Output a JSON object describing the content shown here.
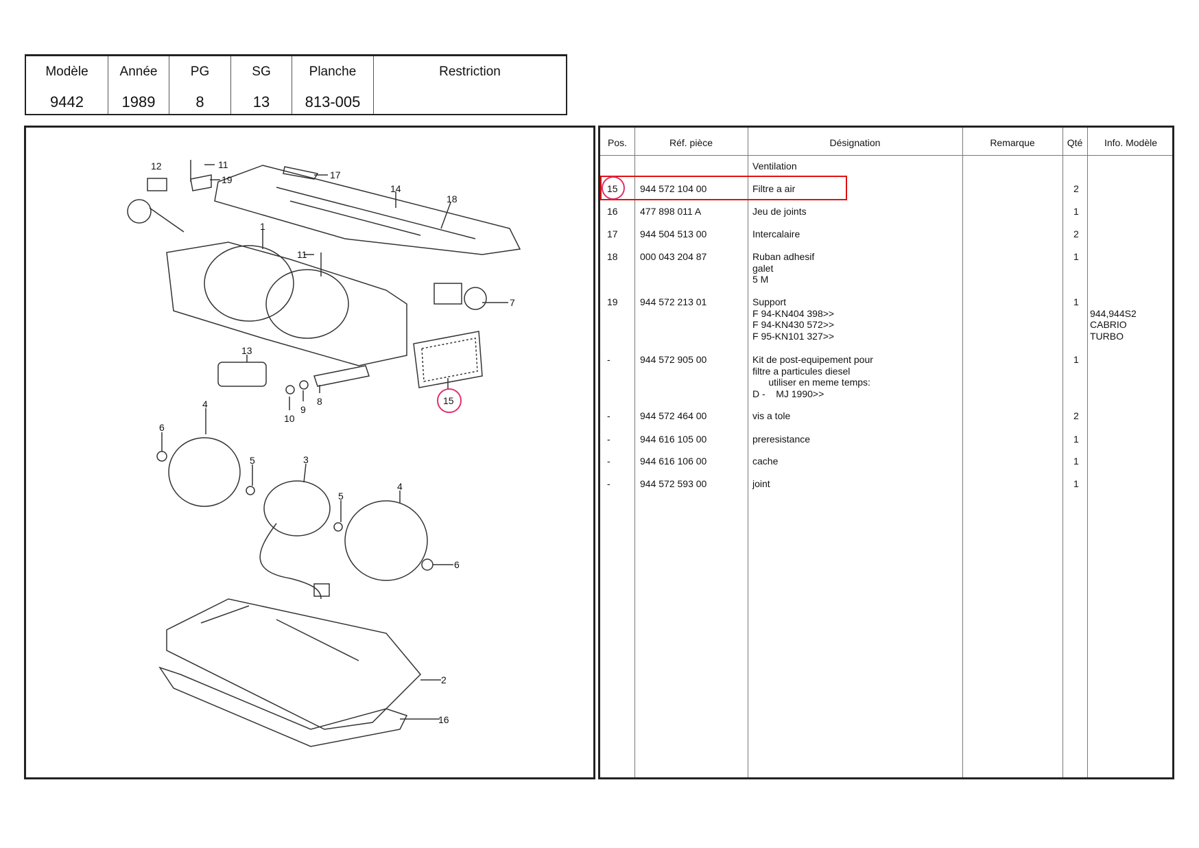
{
  "header": {
    "columns": [
      {
        "label": "Modèle",
        "value": "9442"
      },
      {
        "label": "Année",
        "value": "1989"
      },
      {
        "label": "PG",
        "value": "8"
      },
      {
        "label": "SG",
        "value": "13"
      },
      {
        "label": "Planche",
        "value": "813-005"
      },
      {
        "label": "Restriction",
        "value": ""
      }
    ]
  },
  "diagram": {
    "callouts": [
      "12",
      "11",
      "19",
      "17",
      "14",
      "18",
      "1",
      "11",
      "7",
      "13",
      "10",
      "9",
      "8",
      "15",
      "4",
      "6",
      "5",
      "3",
      "5",
      "4",
      "6",
      "2",
      "16"
    ],
    "highlight_color": "#e0306a"
  },
  "parts_table": {
    "headers": {
      "pos": "Pos.",
      "ref": "Réf. pièce",
      "designation": "Désignation",
      "remarque": "Remarque",
      "qte": "Qté",
      "info": "Info. Modèle"
    },
    "section": "Ventilation",
    "highlight_color": "#e01010",
    "rows": [
      {
        "pos": "15",
        "ref": "944 572 104 00",
        "designation": "Filtre a air",
        "remarque": "",
        "qte": "2",
        "info": ""
      },
      {
        "pos": "16",
        "ref": "477 898 011 A",
        "designation": "Jeu de joints",
        "remarque": "",
        "qte": "1",
        "info": ""
      },
      {
        "pos": "17",
        "ref": "944 504 513 00",
        "designation": "Intercalaire",
        "remarque": "",
        "qte": "2",
        "info": ""
      },
      {
        "pos": "18",
        "ref": "000 043 204 87",
        "designation": "Ruban adhesif\ngalet\n5 M",
        "remarque": "",
        "qte": "1",
        "info": ""
      },
      {
        "pos": "19",
        "ref": "944 572 213 01",
        "designation": "Support\nF 94-KN404 398>>\nF 94-KN430 572>>\nF 95-KN101 327>>",
        "remarque": "",
        "qte": "1",
        "info": "\n944,944S2\nCABRIO\nTURBO"
      },
      {
        "pos": "-",
        "ref": "944 572 905 00",
        "designation": "Kit de post-equipement pour\nfiltre a particules diesel\n      utiliser en meme temps:\nD -    MJ 1990>>",
        "remarque": "",
        "qte": "1",
        "info": ""
      },
      {
        "pos": "-",
        "ref": "944 572 464 00",
        "designation": "vis a tole",
        "remarque": "",
        "qte": "2",
        "info": ""
      },
      {
        "pos": "-",
        "ref": "944 616 105 00",
        "designation": "preresistance",
        "remarque": "",
        "qte": "1",
        "info": ""
      },
      {
        "pos": "-",
        "ref": "944 616 106 00",
        "designation": "cache",
        "remarque": "",
        "qte": "1",
        "info": ""
      },
      {
        "pos": "-",
        "ref": "944 572 593 00",
        "designation": "joint",
        "remarque": "",
        "qte": "1",
        "info": ""
      }
    ]
  }
}
